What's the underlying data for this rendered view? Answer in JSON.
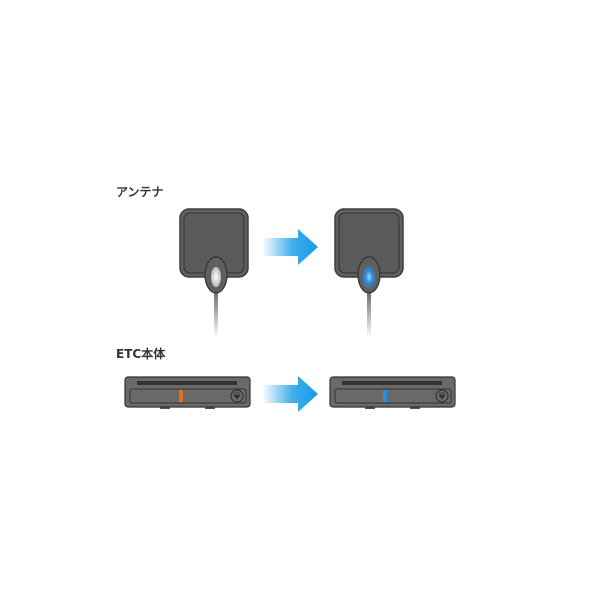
{
  "sections": [
    {
      "label": "アンテナ",
      "before_led": "off",
      "after_led": "blue"
    },
    {
      "label": "ETC本体",
      "before_led": "orange",
      "after_led": "blue"
    }
  ],
  "colors": {
    "device_body": "#5f5f5f",
    "device_border": "#3a3a3a",
    "arrow": "#1aa0e8",
    "led_orange": "#e8701a",
    "led_blue": "#2a8de0",
    "led_glow": "#3aa0ff"
  }
}
